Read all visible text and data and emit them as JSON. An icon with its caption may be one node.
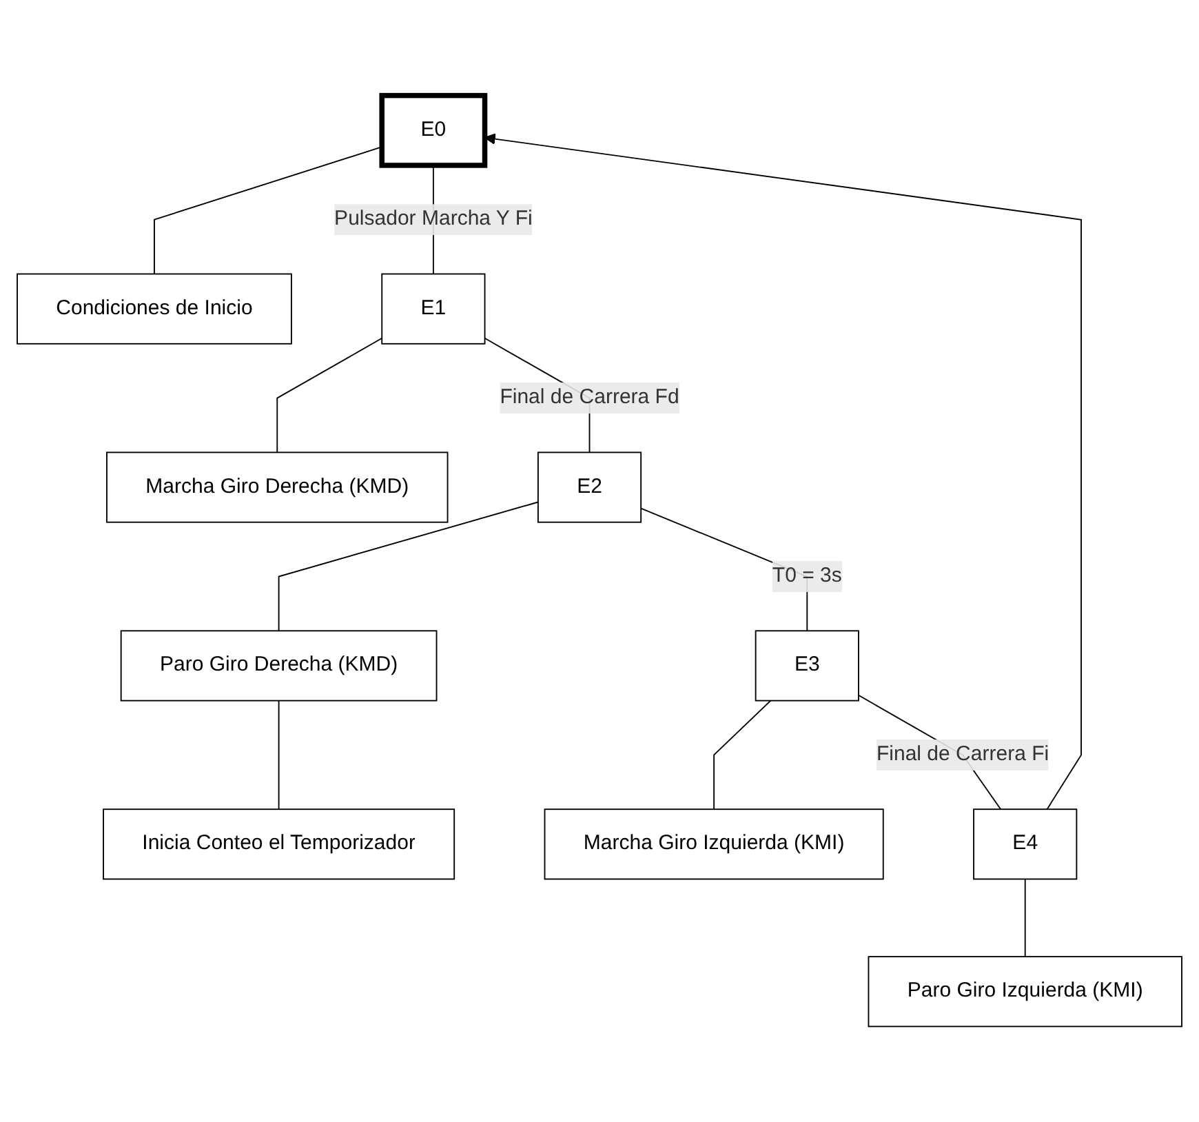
{
  "diagram": {
    "nodes": [
      {
        "text": [
          "E0"
        ]
      },
      {
        "text": [
          "Condiciones de Inicio"
        ]
      },
      {
        "text": [
          "E1"
        ]
      },
      {
        "text": [
          "Marcha Giro Derecha (KMD)"
        ]
      },
      {
        "text": [
          "E2"
        ]
      },
      {
        "text": [
          "Paro Giro Derecha (KMD)"
        ]
      },
      {
        "text": [
          "Inicia Conteo el Temporizador"
        ]
      },
      {
        "text": [
          "E3"
        ]
      },
      {
        "text": [
          "Marcha Giro Izquierda (KMI)"
        ]
      },
      {
        "text": [
          "E4"
        ]
      },
      {
        "text": [
          "Paro Giro Izquierda (KMI)"
        ]
      }
    ],
    "edges": [
      {
        "from": 0,
        "to": 1,
        "arrow": "none"
      },
      {
        "from": 0,
        "to": 2,
        "arrow": "none",
        "label": "Pulsador Marcha Y Fi"
      },
      {
        "from": 2,
        "to": 3,
        "arrow": "none"
      },
      {
        "from": 2,
        "to": 4,
        "arrow": "none",
        "label": "Final de Carrera Fd"
      },
      {
        "from": 4,
        "to": 5,
        "arrow": "none"
      },
      {
        "from": 5,
        "to": 6,
        "arrow": "none"
      },
      {
        "from": 4,
        "to": 7,
        "arrow": "none",
        "label": "T0 = 3s"
      },
      {
        "from": 7,
        "to": 8,
        "arrow": "none"
      },
      {
        "from": 7,
        "to": 9,
        "arrow": "none",
        "label": "Final de Carrera Fi"
      },
      {
        "from": 9,
        "to": 10,
        "arrow": "none"
      },
      {
        "from": 9,
        "to": 0,
        "arrow": "to"
      }
    ]
  }
}
